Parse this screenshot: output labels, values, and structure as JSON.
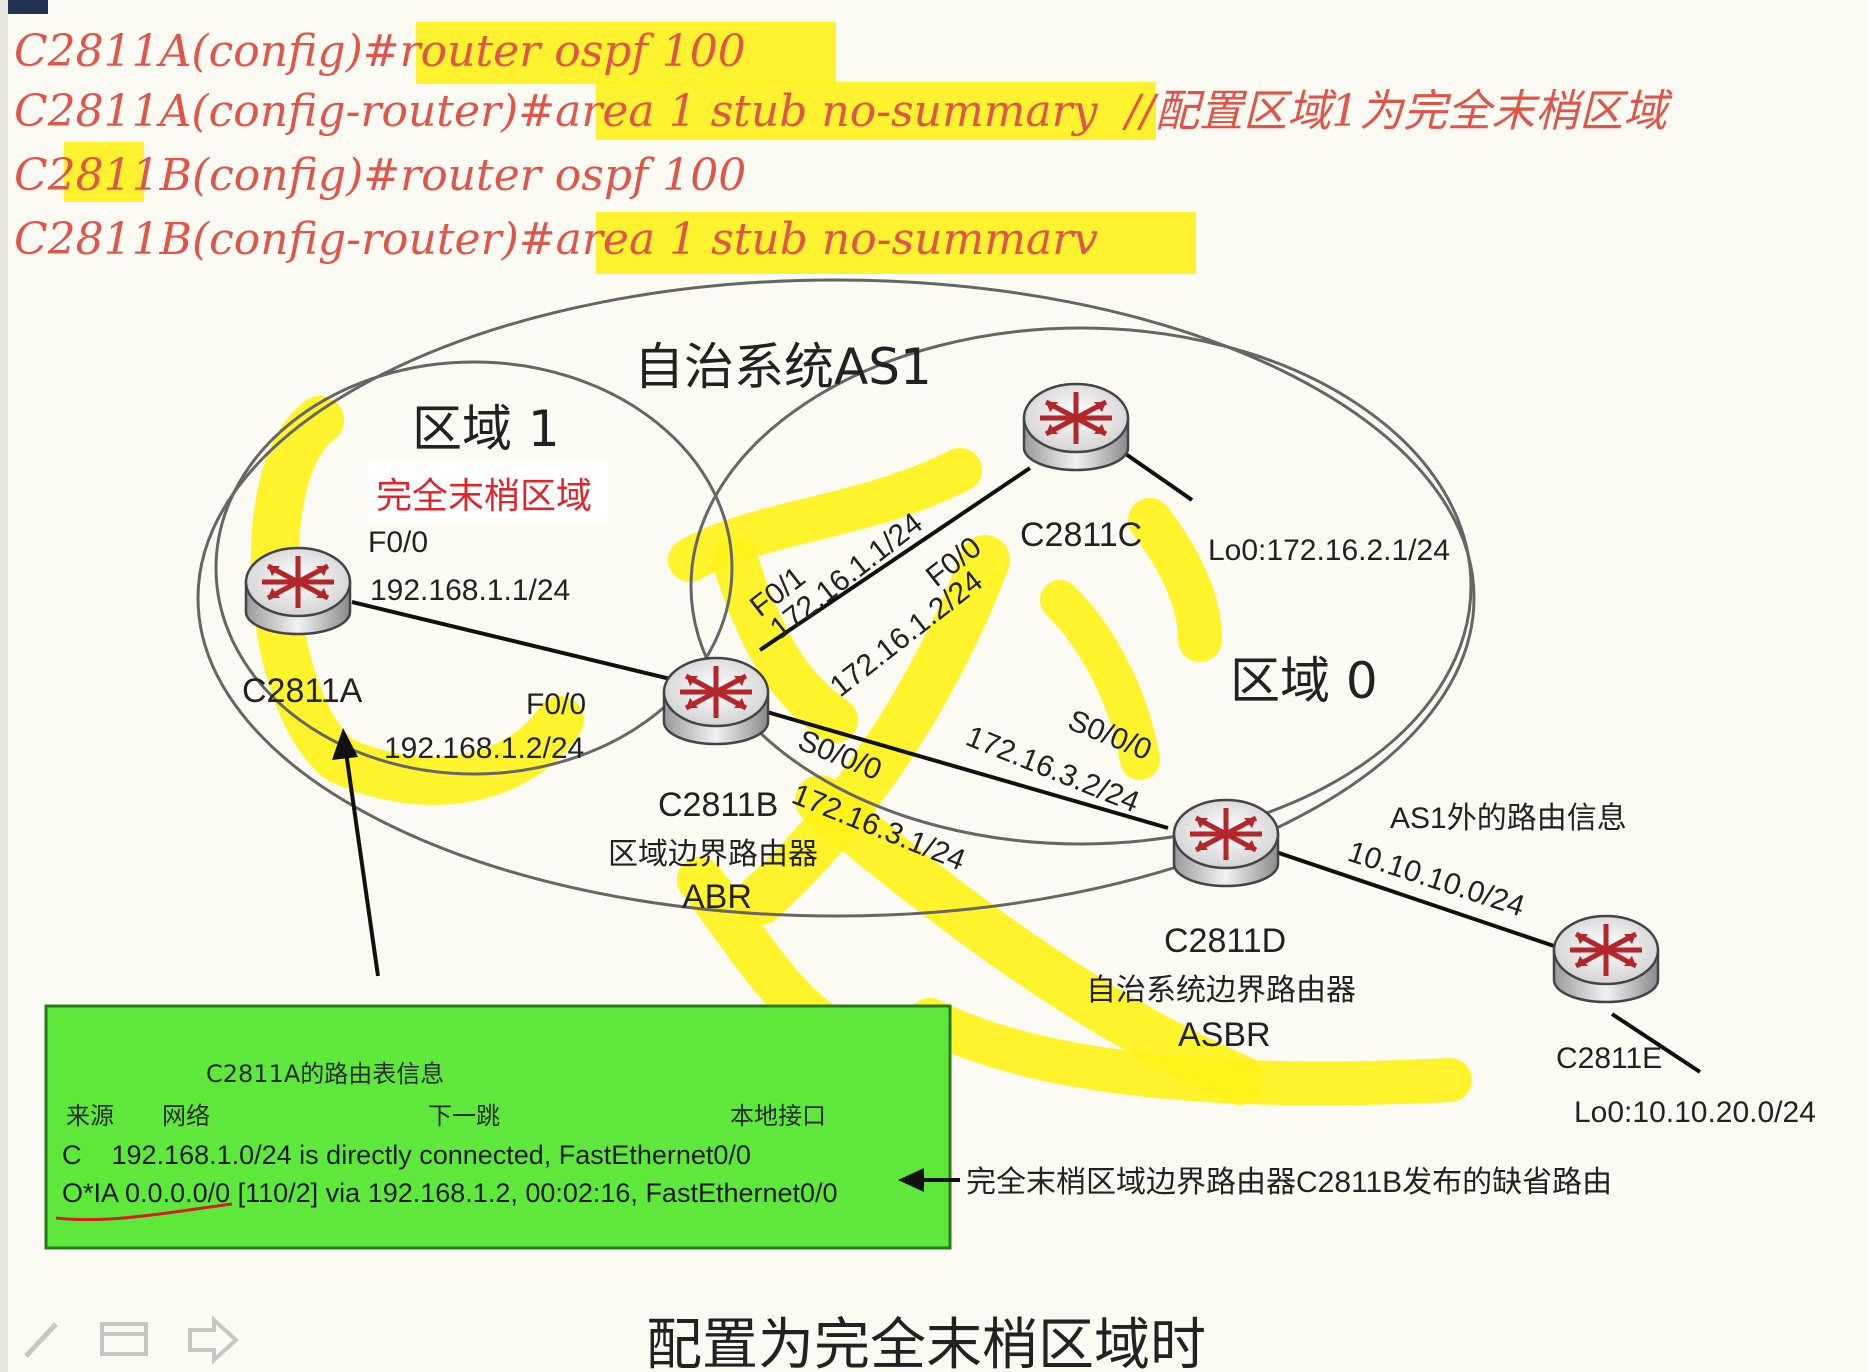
{
  "commands": [
    {
      "prefix": "C2811A(config)#",
      "command": "router ospf 100",
      "comment": ""
    },
    {
      "prefix": "C2811A(config-router)#",
      "command": "area 1 stub no-summary",
      "comment": "//配置区域1为完全末梢区域"
    },
    {
      "prefix": "C2811B(config)#",
      "command": "router ospf 100",
      "comment": ""
    },
    {
      "prefix": "C2811B(config-router)#",
      "command": "area 1 stub no-summarv",
      "comment": ""
    }
  ],
  "diagram": {
    "as_label": "自治系统AS1",
    "area1_label": "区域 1",
    "area1_tag": "完全末梢区域",
    "area0_label": "区域 0",
    "routers": {
      "a": {
        "name": "C2811A"
      },
      "b": {
        "name": "C2811B",
        "role": "区域边界路由器",
        "abbr": "ABR"
      },
      "c": {
        "name": "C2811C"
      },
      "d": {
        "name": "C2811D",
        "role": "自治系统边界路由器",
        "abbr": "ASBR"
      },
      "e": {
        "name": "C2811E"
      }
    },
    "interfaces": {
      "a_if": "F0/0",
      "a_ip": "192.168.1.1/24",
      "b_if_a": "F0/0",
      "b_ip_a": "192.168.1.2/24",
      "b_if_c": "F0/1",
      "b_ip_c": "172.16.1.1/24",
      "c_if": "F0/0",
      "c_ip": "172.16.1.2/24",
      "c_lo": "Lo0:172.16.2.1/24",
      "b_if_d": "S0/0/0",
      "b_ip_d": "172.16.3.1/24",
      "d_if": "S0/0/0",
      "d_ip": "172.16.3.2/24",
      "external_label": "AS1外的路由信息",
      "external_net": "10.10.10.0/24",
      "e_lo": "Lo0:10.10.20.0/24"
    }
  },
  "routing_table": {
    "title": "C2811A的路由表信息",
    "headers": [
      "来源",
      "网络",
      "下一跳",
      "本地接口"
    ],
    "rows": [
      "C    192.168.1.0/24 is directly connected, FastEthernet0/0",
      "O*IA 0.0.0.0/0 [110/2] via 192.168.1.2, 00:02:16, FastEthernet0/0"
    ]
  },
  "default_route_note": "完全末梢区域边界路由器C2811B发布的缺省路由",
  "caption": "配置为完全末梢区域时",
  "colors": {
    "command_text": "#e0554a",
    "highlight": "#fff21a",
    "table_bg": "#5ee83c",
    "annotation_red": "#e0242a"
  }
}
